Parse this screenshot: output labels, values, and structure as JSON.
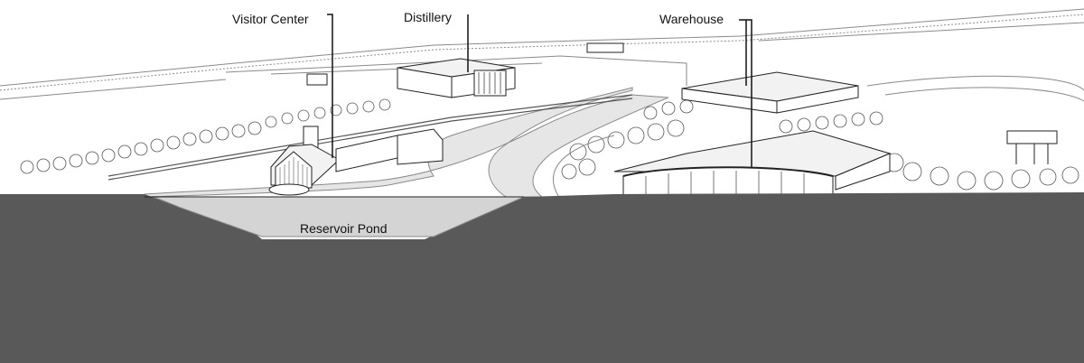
{
  "labels": {
    "visitor_center": "Visitor Center",
    "distillery": "Distillery",
    "warehouse": "Warehouse",
    "reservoir_pond": "Reservoir Pond"
  },
  "colors": {
    "ground_section": "#595959",
    "pond_fill": "#d4d4d4",
    "line_dark": "#222222",
    "line_light": "#8a8a8a",
    "road_fill": "#e6e6e6",
    "roof_fill": "#f2f2f2",
    "background": "#ffffff"
  }
}
